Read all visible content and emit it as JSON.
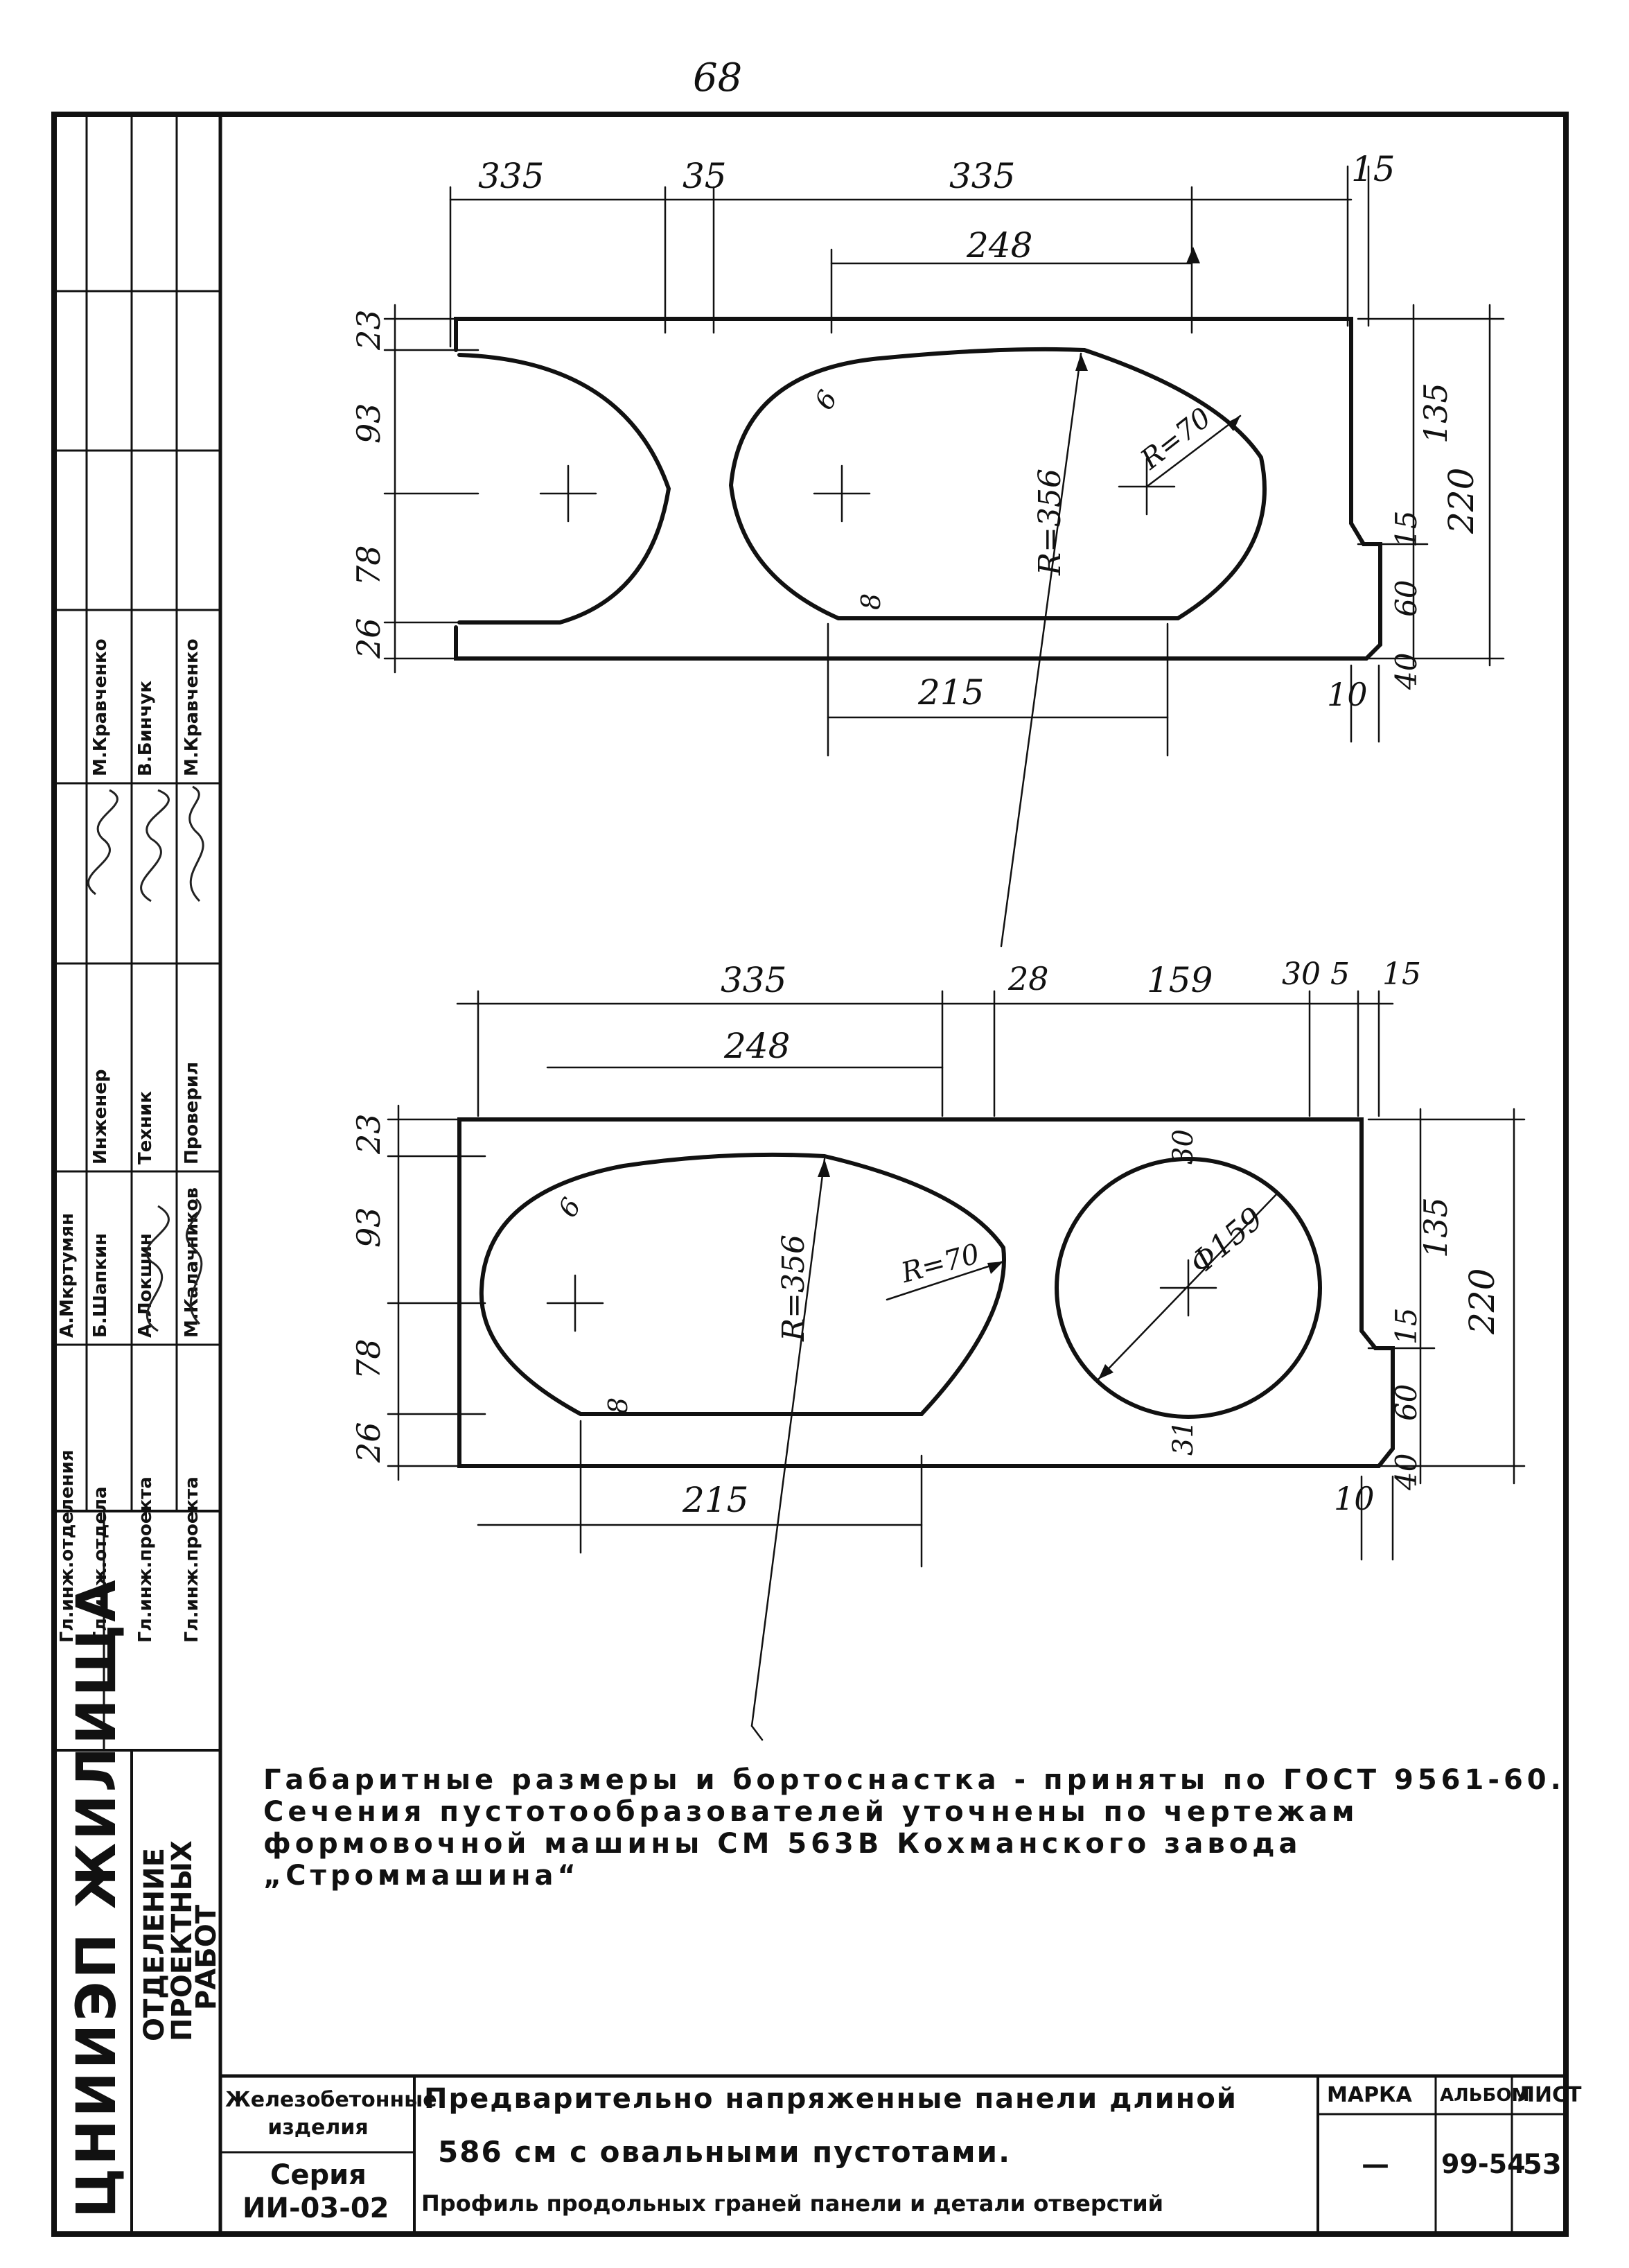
{
  "page_number": "68",
  "top_section": {
    "dims_top": [
      "335",
      "35",
      "335",
      "15"
    ],
    "dim_248": "248",
    "dims_left": [
      "23",
      "93",
      "78",
      "26"
    ],
    "dims_right": [
      "135",
      "15",
      "60",
      "40"
    ],
    "dim_total": "220",
    "dim_bottom": "215",
    "dim_10": "10",
    "radius_large": "R=356",
    "radius_small": "R=70",
    "chamfer_6": "6",
    "chamfer_8": "8"
  },
  "bottom_section": {
    "dims_top": [
      "335",
      "28",
      "159",
      "30 5",
      "15"
    ],
    "dim_248": "248",
    "dims_left": [
      "23",
      "93",
      "78",
      "26"
    ],
    "dims_right": [
      "135",
      "15",
      "60",
      "40"
    ],
    "dim_total": "220",
    "dim_bottom": "215",
    "dim_10": "10",
    "radius_large": "R=356",
    "radius_small": "R=70",
    "diameter": "Ф159",
    "dim_30": "30",
    "dim_31": "31",
    "chamfer_6": "6",
    "chamfer_8": "8"
  },
  "note": {
    "line1": "Габаритные размеры и бортоснастка - приняты по ГОСТ 9561-60.",
    "line2": "Сечения пустотообразователей уточнены по чертежам",
    "line3": "формовочной машины СМ 563В Кохманского завода",
    "line4": "„Строммашина“"
  },
  "side_stamp": {
    "org": "ЦНИИЭП ЖИЛИЩА",
    "department": [
      "ОТДЕЛЕНИЕ",
      "ПРОЕКТНЫХ",
      "РАБОТ"
    ],
    "roles": [
      "Гл.инж.отделения",
      "Гл.инж.отдела",
      "Гл.инж.проекта",
      "Гл.инж.проекта"
    ],
    "names": [
      "А.Мкртумян",
      "Б.Шапкин",
      "А.Локшин",
      "М.Калачников"
    ],
    "roles2": [
      "Инженер",
      "Техник",
      "Проверил"
    ],
    "names2": [
      "М.Кравченко",
      "В.Бинчук",
      "М.Кравченко"
    ]
  },
  "title_block": {
    "category": "Железобетонные изделия",
    "series_label": "Серия",
    "series_value": "ИИ-03-02",
    "title_line1": "Предварительно напряженные панели длиной",
    "title_line2": "586 см с овальными пустотами.",
    "title_line3": "Профиль продольных граней панели и детали отверстий",
    "col_marka": "МАРКА",
    "col_album": "АЛЬБОМ",
    "col_sheet": "ЛИСТ",
    "marka_value": "—",
    "album_value": "99-54",
    "sheet_value": "53"
  }
}
